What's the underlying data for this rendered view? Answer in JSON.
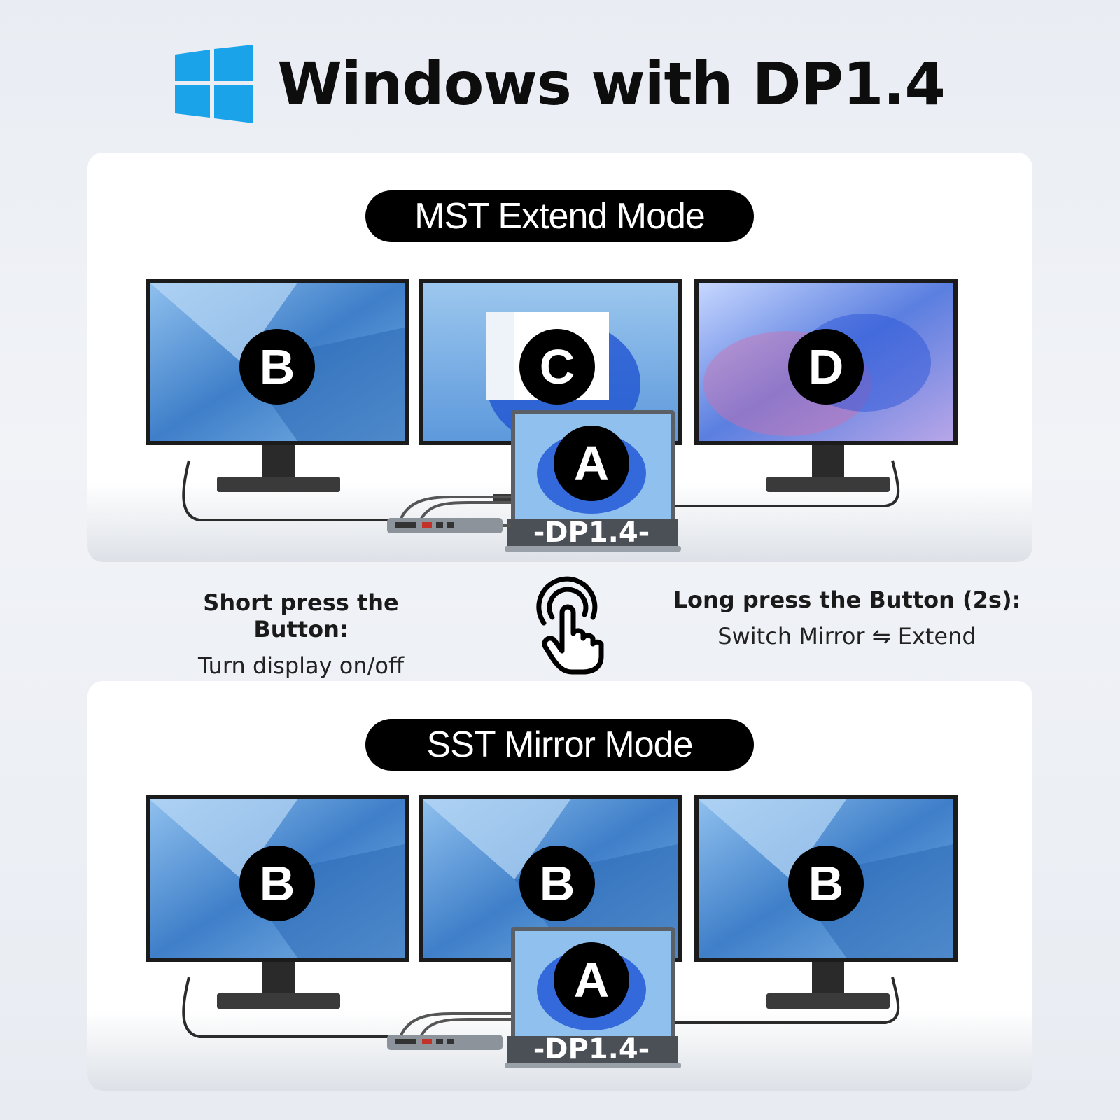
{
  "header": {
    "title": "Windows with DP1.4",
    "logo_icon": "windows-logo-icon",
    "logo_color": "#1aa3e8"
  },
  "extend_panel": {
    "mode_label": "MST Extend Mode",
    "monitor_labels": [
      "B",
      "C",
      "D"
    ],
    "laptop_label": "A",
    "port_label": "-DP1.4-"
  },
  "mirror_panel": {
    "mode_label": "SST Mirror Mode",
    "monitor_labels": [
      "B",
      "B",
      "B"
    ],
    "laptop_label": "A",
    "port_label": "-DP1.4-"
  },
  "short_press": {
    "title": "Short press the Button:",
    "description": "Turn display on/off"
  },
  "long_press": {
    "title": "Long press the Button (2s):",
    "description": "Switch Mirror ⇋ Extend"
  },
  "press_icon": "finger-press-icon",
  "colors": {
    "screen_blue": "#4a8fd8",
    "pill_bg": "#000000",
    "panel_bg": "#ffffff"
  }
}
